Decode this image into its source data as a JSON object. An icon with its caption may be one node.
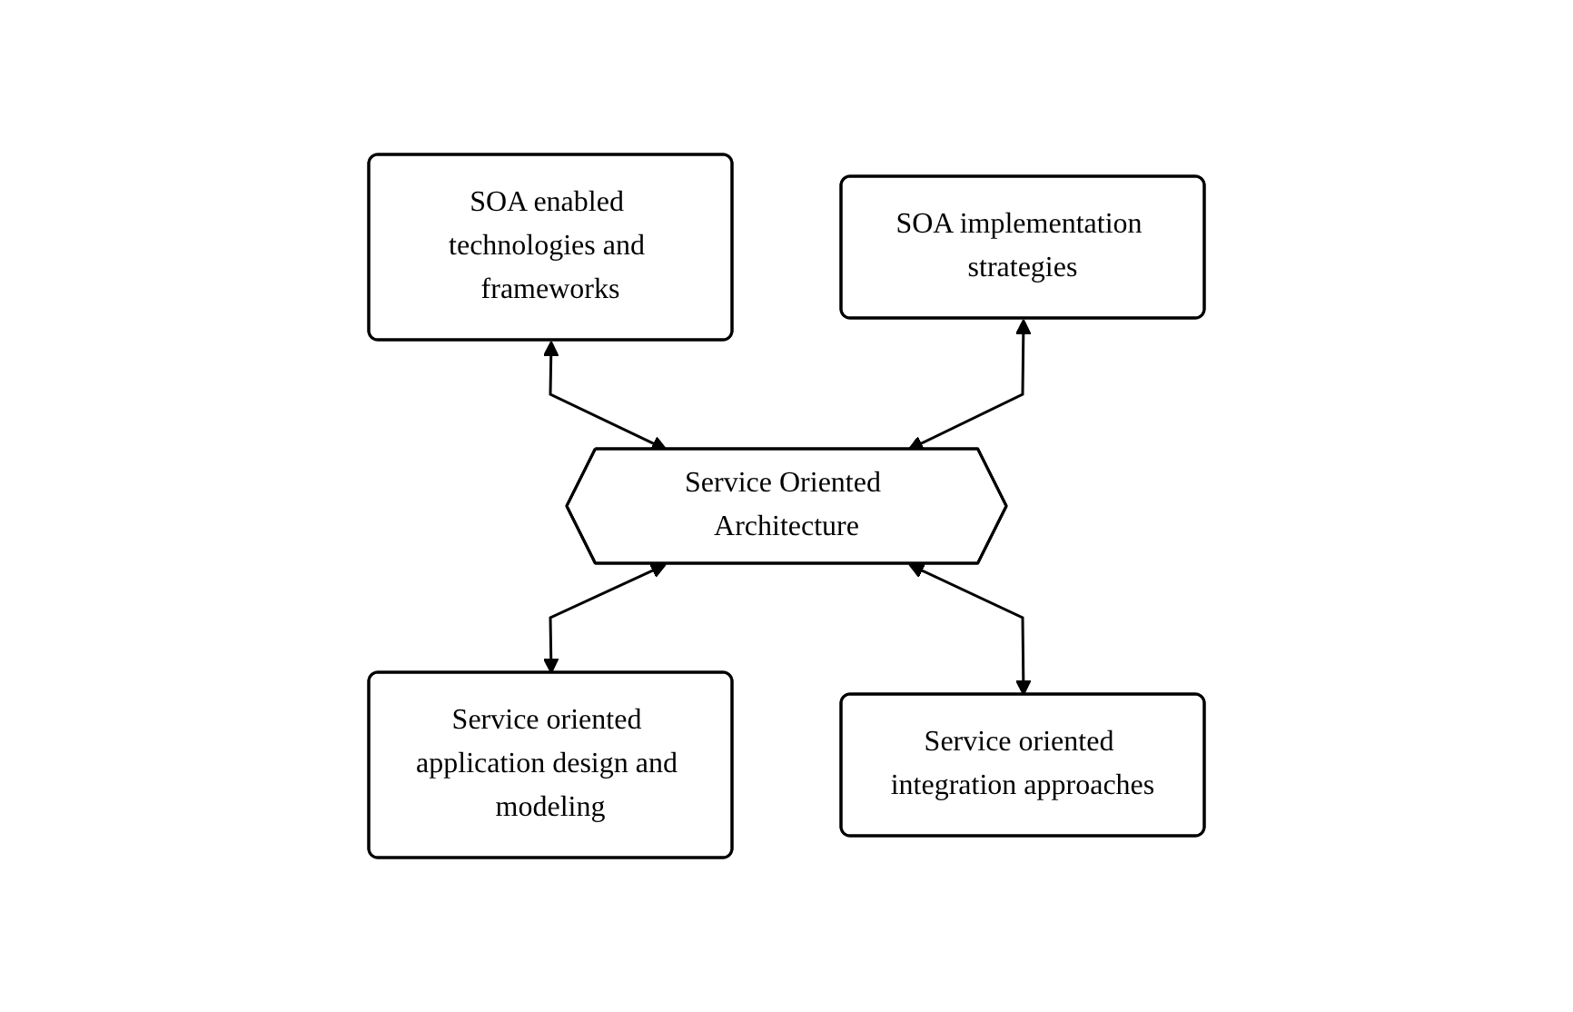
{
  "diagram": {
    "nodes": [
      {
        "text": [
          "SOA enabled technologies and frameworks"
        ]
      },
      {
        "text": [
          "SOA implementation strategies"
        ]
      },
      {
        "text": [
          "Service Oriented Architecture"
        ]
      },
      {
        "text": [
          "Service oriented application design and modeling"
        ]
      },
      {
        "text": [
          "Service oriented integration approaches"
        ]
      }
    ],
    "edges": [
      {
        "from": 0,
        "to": 2,
        "arrow": "both"
      },
      {
        "from": 1,
        "to": 2,
        "arrow": "both"
      },
      {
        "from": 2,
        "to": 3,
        "arrow": "both"
      },
      {
        "from": 2,
        "to": 4,
        "arrow": "both"
      }
    ]
  }
}
